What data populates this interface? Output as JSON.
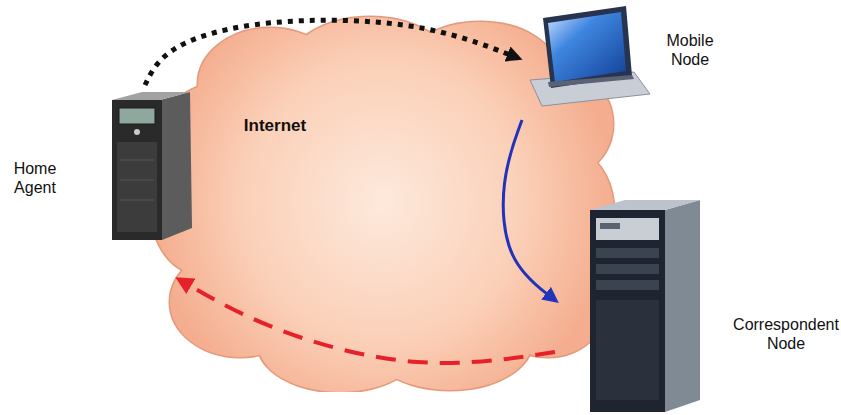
{
  "diagram": {
    "nodes": [
      {
        "text": [
          "Mobile Node"
        ]
      },
      {
        "text": [
          "Home Agent"
        ]
      },
      {
        "text": [
          "Internet"
        ]
      },
      {
        "text": [
          "Correspondent Node"
        ]
      }
    ],
    "edges": [
      {
        "from": 1,
        "to": 0,
        "arrow": "to"
      },
      {
        "from": 0,
        "to": 3,
        "arrow": "to"
      },
      {
        "from": 3,
        "to": 1,
        "arrow": "to"
      }
    ]
  }
}
